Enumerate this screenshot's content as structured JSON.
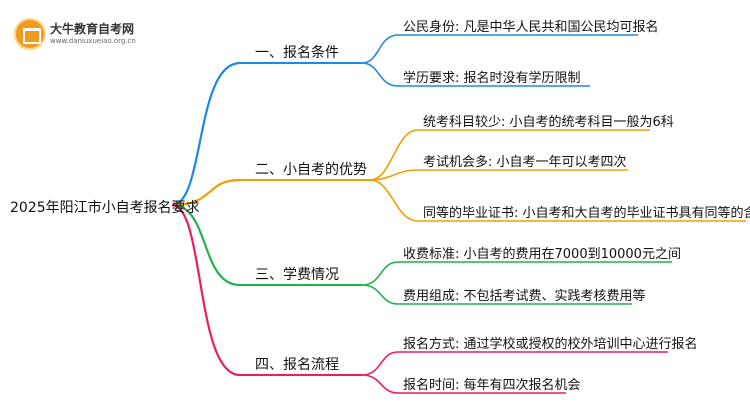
{
  "logo": {
    "name": "大牛教育自考网",
    "url": "www.daniuxueiao.org.cn"
  },
  "root": "2025年阳江市小自考报名要求",
  "colors": {
    "branch1": "#1e88e5",
    "branch2": "#f0a000",
    "branch3": "#22b14c",
    "branch4": "#e91e63"
  },
  "branches": [
    {
      "label": "一、报名条件",
      "children": [
        "公民身份: 凡是中华人民共和国公民均可报名",
        "学历要求: 报名时没有学历限制"
      ]
    },
    {
      "label": "二、小自考的优势",
      "children": [
        "统考科目较少: 小自考的统考科目一般为6科",
        "考试机会多: 小自考一年可以考四次",
        "同等的毕业证书: 小自考和大自考的毕业证书具有同等的含金量"
      ]
    },
    {
      "label": "三、学费情况",
      "children": [
        "收费标准: 小自考的费用在7000到10000元之间",
        "费用组成: 不包括考试费、实践考核费用等"
      ]
    },
    {
      "label": "四、报名流程",
      "children": [
        "报名方式: 通过学校或授权的校外培训中心进行报名",
        "报名时间: 每年有四次报名机会"
      ]
    }
  ]
}
